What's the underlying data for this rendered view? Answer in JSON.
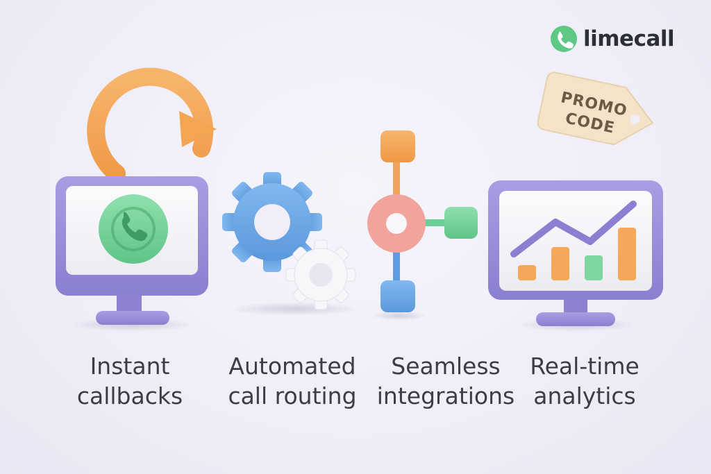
{
  "brand": {
    "name": "limecall",
    "accent": "#5fc884"
  },
  "promo_tag": {
    "line1": "PROMO",
    "line2": "CODE"
  },
  "features": [
    {
      "line1": "Instant",
      "line2": "callbacks",
      "icon": "monitor-phone-callback-icon"
    },
    {
      "line1": "Automated",
      "line2": "call routing",
      "icon": "gears-icon"
    },
    {
      "line1": "Seamless",
      "line2": "integrations",
      "icon": "integration-hub-icon"
    },
    {
      "line1": "Real-time",
      "line2": "analytics",
      "icon": "monitor-analytics-chart-icon"
    }
  ],
  "palette": {
    "purple": "#9a8fda",
    "orange": "#f5a85a",
    "blue": "#6aa8e8",
    "green": "#7ed6a0",
    "pink": "#f2a09a",
    "tag": "#f4e3c8"
  }
}
